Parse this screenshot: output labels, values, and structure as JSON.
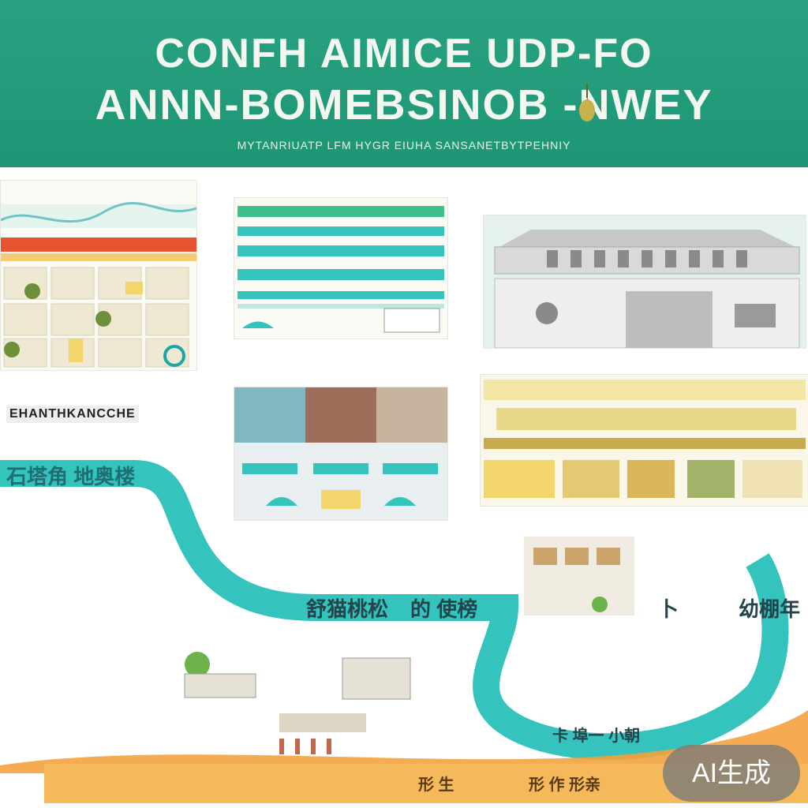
{
  "banner": {
    "line1": "CONFH AIMICE UDP-FO",
    "line2": "ANNN-BOMEBSINOB -NWEY",
    "subtitle": "MYTANRIUATP LFM   HYGR EIUHA SANSANETBYTPEHNIY"
  },
  "labels": {
    "left_heading": "EHANTHKANCCHE",
    "left_road": "石塔角 地奥楼",
    "center_road_a": "舒猫桃松",
    "center_road_b": "的 使榜",
    "right_road_a": "卜",
    "right_road_b": "幼棚年",
    "bottom_road": "卡 埠一 小朝",
    "bottom_strip_a": "形 生",
    "bottom_strip_b": "形 作 形亲",
    "stamp": "AI生成"
  },
  "colors": {
    "banner": "#1f9e7c",
    "teal_road": "#34c3bd",
    "orange": "#f3a23f",
    "yellow": "#f2d56b",
    "red_band": "#e5532f"
  }
}
